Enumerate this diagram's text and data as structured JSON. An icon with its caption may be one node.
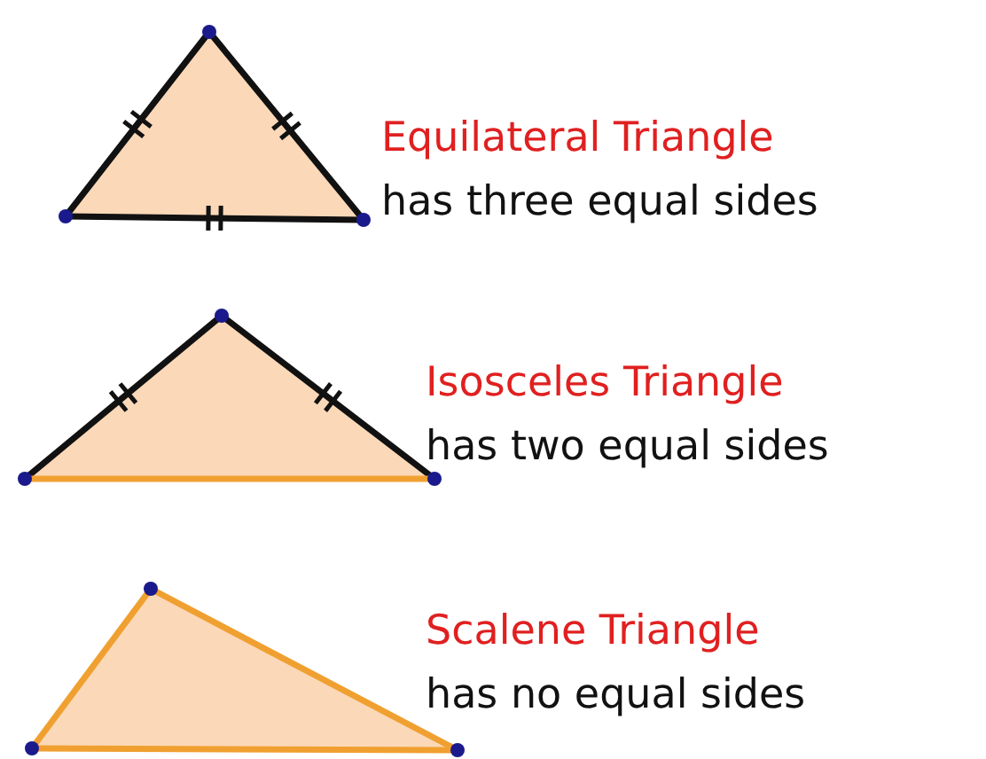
{
  "diagram": {
    "labels": [
      "Equilateral Triangle",
      "has three equal sides",
      "Isosceles Triangle",
      "has two equal sides",
      "Scalene Triangle",
      "has no equal sides"
    ]
  }
}
